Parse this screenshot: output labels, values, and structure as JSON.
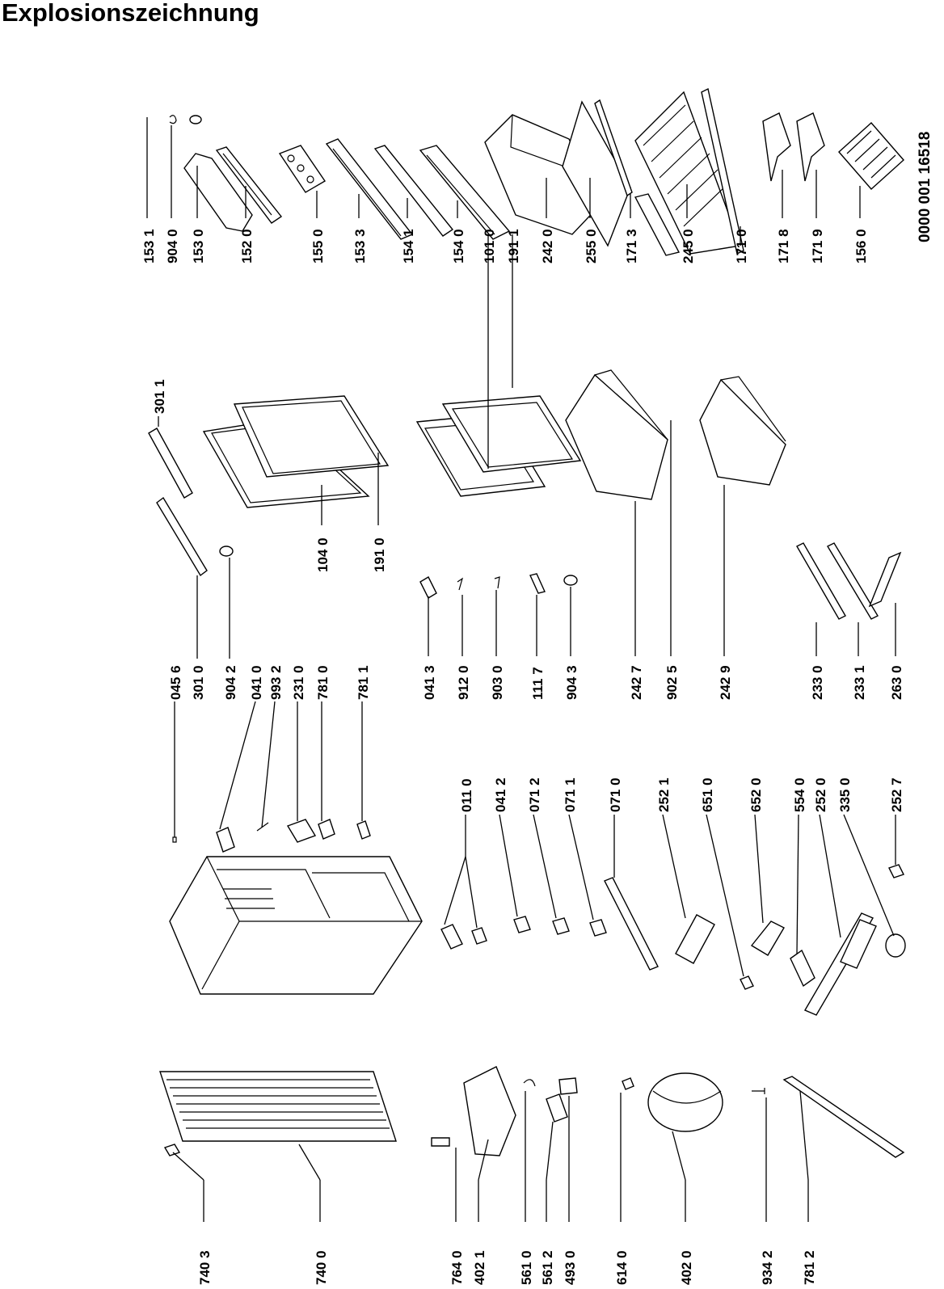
{
  "title": "Explosionszeichnung",
  "document_number": "0000 001 16518",
  "labels": [
    "153 1",
    "904 0",
    "153 0",
    "152 0",
    "155 0",
    "153 3",
    "154 1",
    "154 0",
    "101 0",
    "191 1",
    "242 0",
    "255 0",
    "171 3",
    "245 0",
    "171 0",
    "171 8",
    "171 9",
    "156 0",
    "301 1",
    "104 0",
    "191 0",
    "045 6",
    "301 0",
    "904 2",
    "041 0",
    "993 2",
    "231 0",
    "781 0",
    "781 1",
    "041 3",
    "912 0",
    "903 0",
    "111 7",
    "904 3",
    "242 7",
    "902 5",
    "242 9",
    "233 0",
    "233 1",
    "263 0",
    "011 0",
    "041 2",
    "071 2",
    "071 1",
    "071 0",
    "252 1",
    "651 0",
    "652 0",
    "554 0",
    "252 0",
    "335 0",
    "252 7",
    "740 3",
    "740 0",
    "764 0",
    "402 1",
    "561 0",
    "561 2",
    "493 0",
    "614 0",
    "402 0",
    "934 2",
    "781 2"
  ]
}
